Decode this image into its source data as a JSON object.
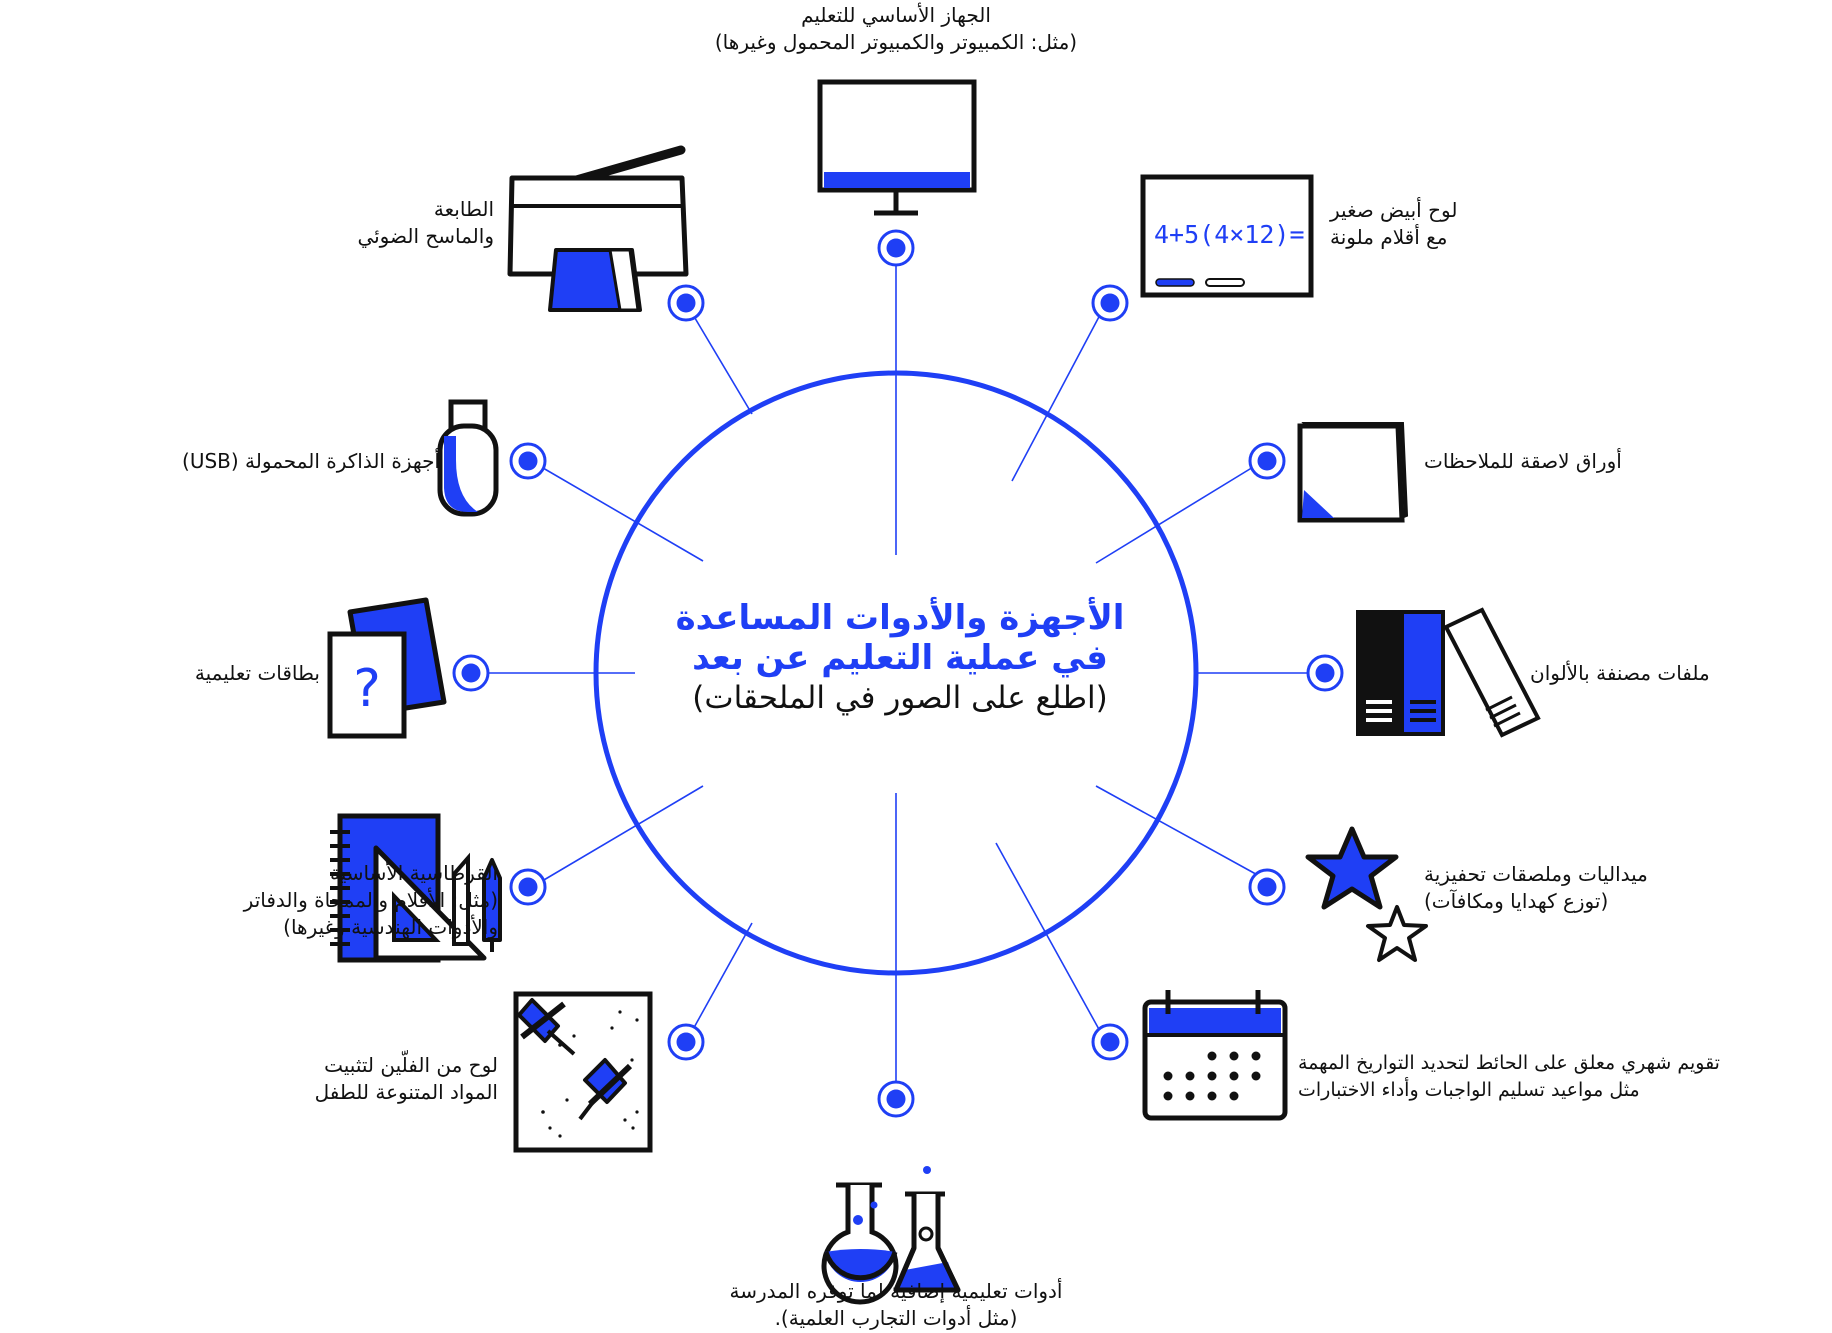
{
  "center": {
    "title_line1": "الأجهزة والأدوات المساعدة",
    "title_line2": "في عملية التعليم عن بعد",
    "subtitle": "(اطلع على الصور في الملحقات)"
  },
  "colors": {
    "accent": "#1f3ff5",
    "ink": "#111111",
    "background": "#ffffff"
  },
  "items": {
    "computer": {
      "icon": "computer-monitor-icon",
      "line1": "الجهاز الأساسي للتعليم",
      "line2": "(مثل: الكمبيوتر والكمبيوتر المحمول وغيرها)"
    },
    "whiteboard": {
      "icon": "whiteboard-icon",
      "board_text": "4+5(4×12)=",
      "line1": "لوح أبيض صغير",
      "line2": "مع أقلام ملونة"
    },
    "sticky_notes": {
      "icon": "sticky-note-icon",
      "line1": "أوراق لاصقة للملاحظات"
    },
    "binders": {
      "icon": "binders-icon",
      "line1": "ملفات مصنفة بالألوان"
    },
    "medals": {
      "icon": "stars-icon",
      "line1": "ميداليات وملصقات تحفيزية",
      "line2": "(توزع كهدايا ومكافآت)"
    },
    "calendar": {
      "icon": "calendar-icon",
      "line1": "تقويم شهري معلق على الحائط لتحديد التواريخ المهمة",
      "line2": "مثل مواعيد تسليم الواجبات وأداء الاختبارات"
    },
    "science": {
      "icon": "lab-flasks-icon",
      "line1": "أدوات تعليمية إضافية لما توفره المدرسة",
      "line2": "(مثل أدوات التجارب العلمية)."
    },
    "corkboard": {
      "icon": "corkboard-icon",
      "line1": "لوح من الفلّين لتثبيت",
      "line2": "المواد المتنوعة للطفل"
    },
    "stationery": {
      "icon": "stationery-icon",
      "line1": "القرطاسية الأساسية",
      "line2": "(مثل: الأقلام والممحاة والدفاتر",
      "line3": "والأدوات الهندسية وغيرها)"
    },
    "flashcards": {
      "icon": "flashcards-icon",
      "card_text": "?",
      "line1": "بطاقات تعليمية"
    },
    "usb": {
      "icon": "usb-drive-icon",
      "line1": "أجهزة الذاكرة المحمولة (USB)"
    },
    "printer": {
      "icon": "printer-scanner-icon",
      "line1": "الطابعة",
      "line2": "والماسح الضوئي"
    }
  }
}
